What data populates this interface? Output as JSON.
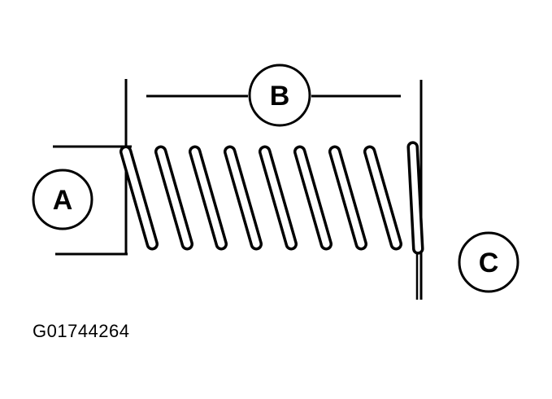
{
  "callouts": {
    "a": "A",
    "b": "B",
    "c": "C"
  },
  "figure_id": "G01744264",
  "colors": {
    "ink": "#000000",
    "paper": "#ffffff"
  }
}
